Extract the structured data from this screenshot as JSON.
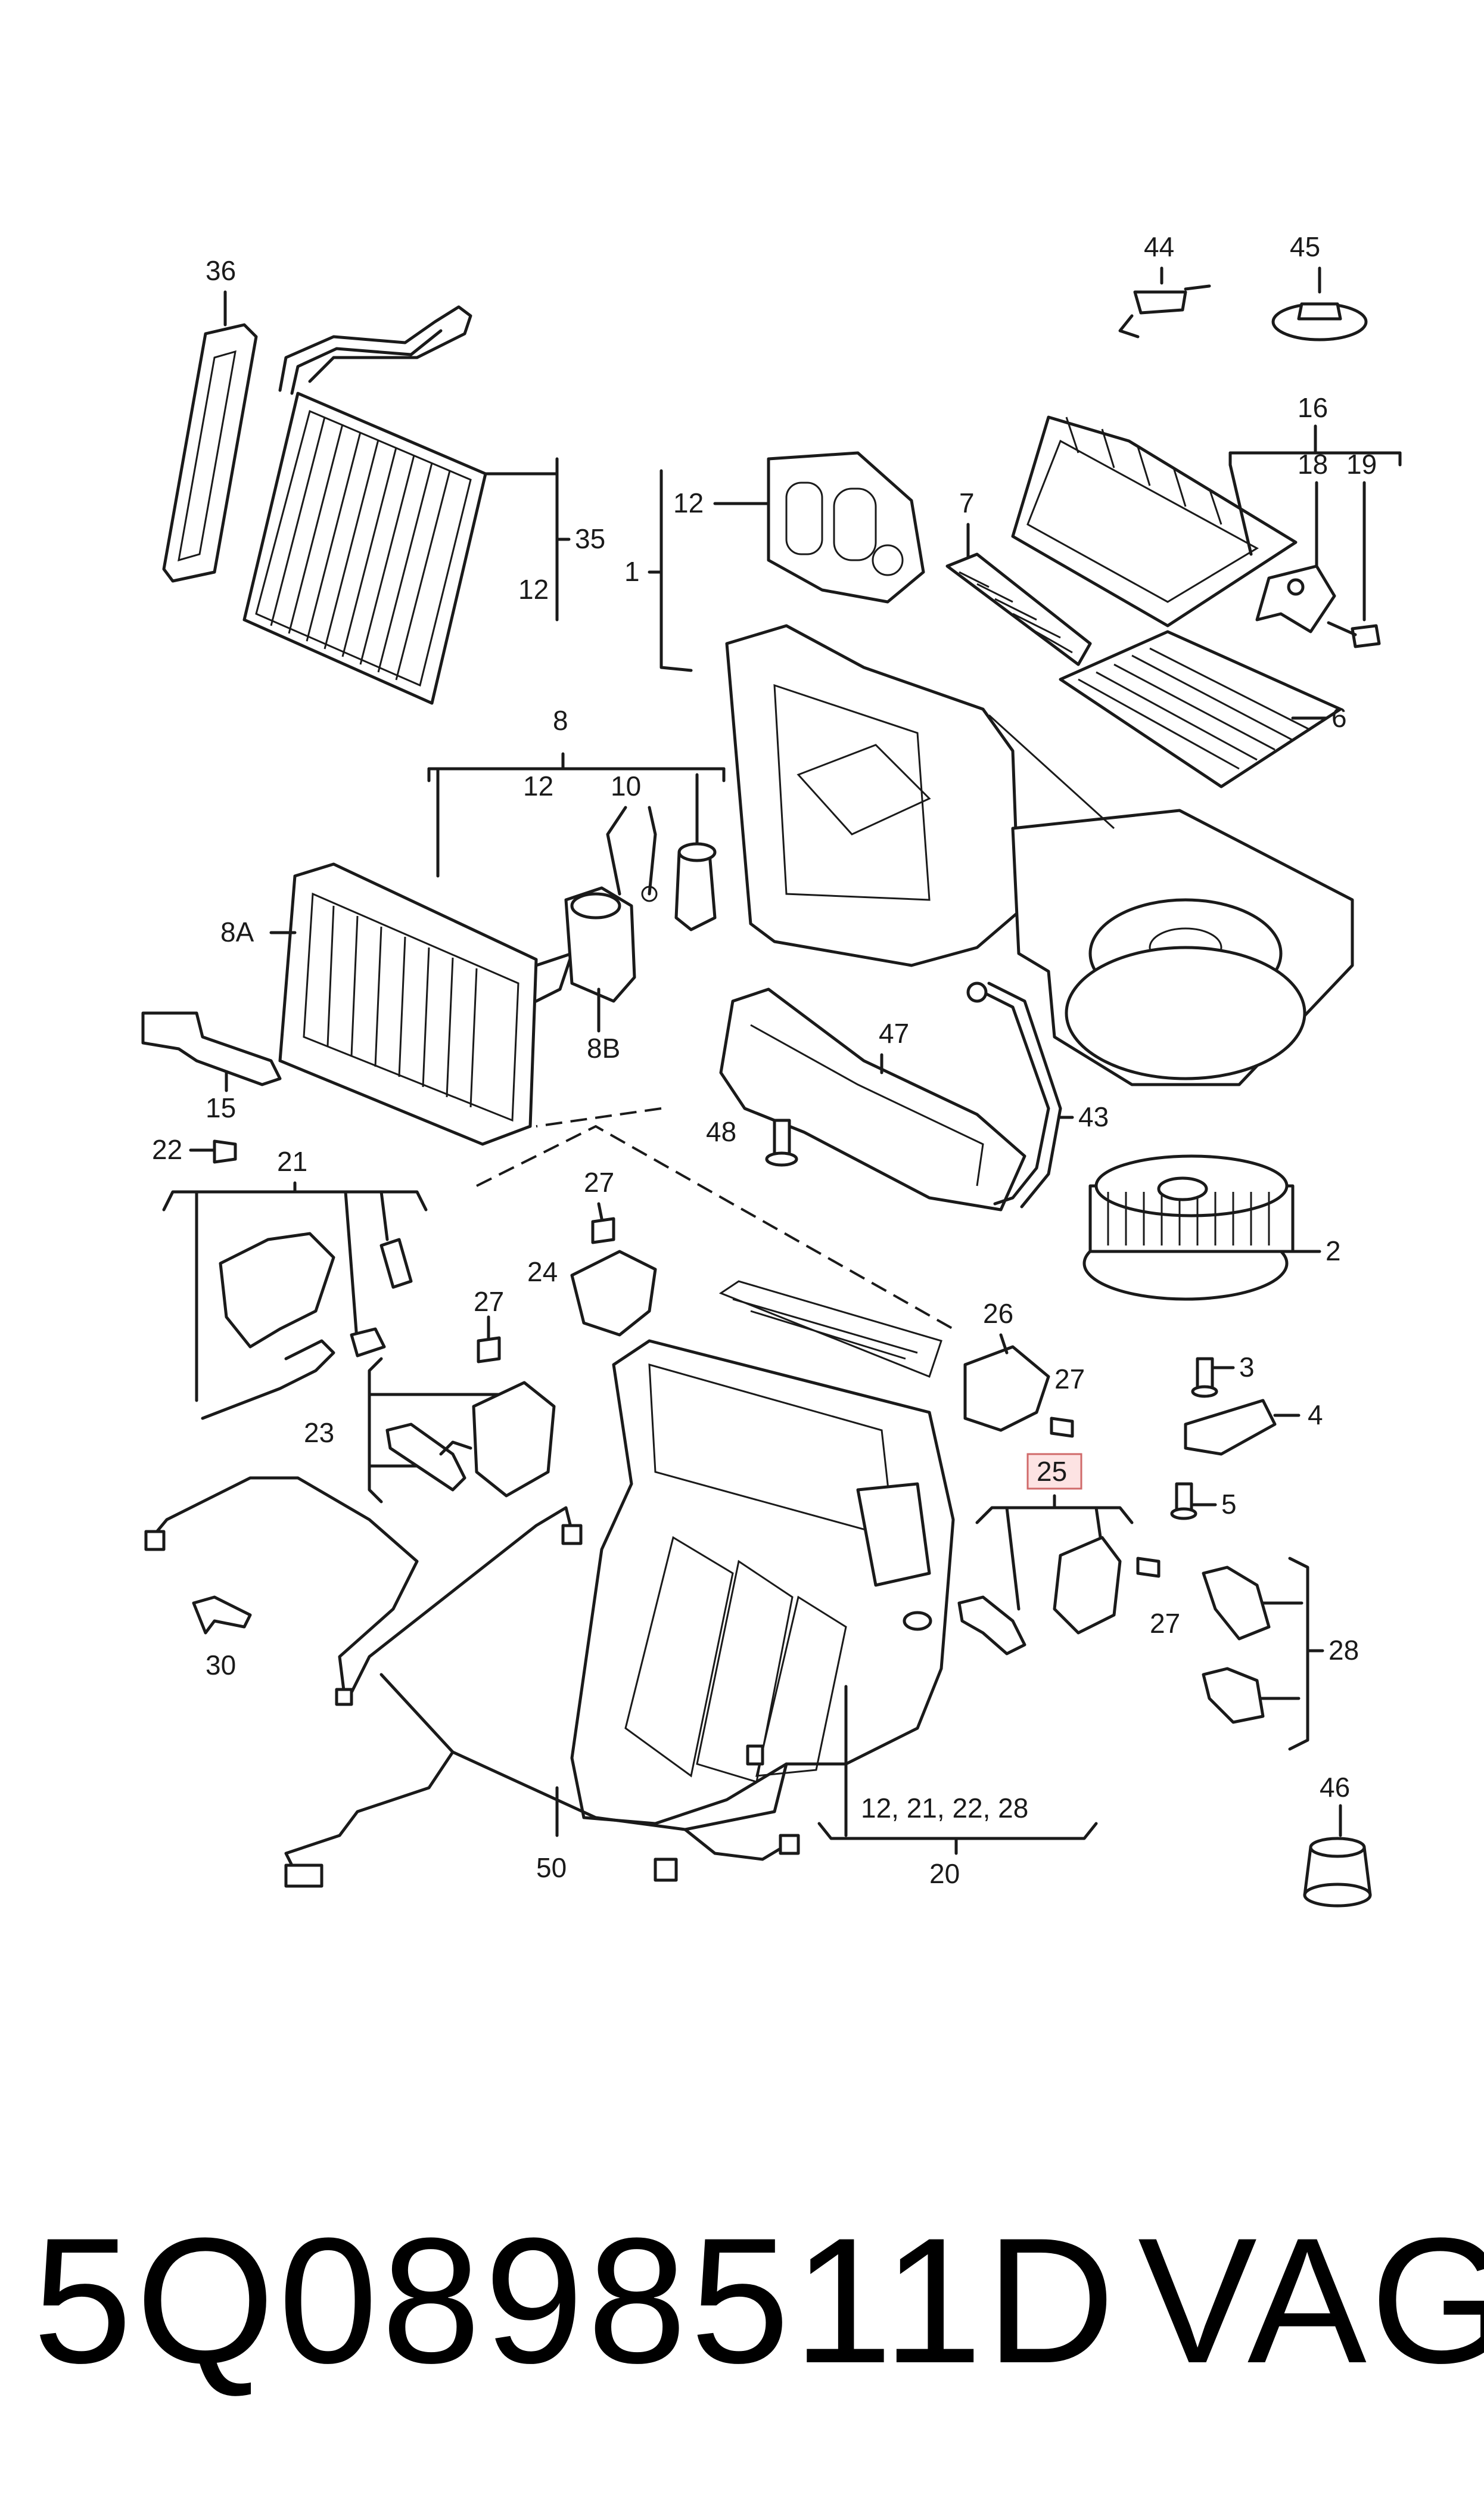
{
  "callouts": {
    "c36": "36",
    "c44": "44",
    "c45": "45",
    "c16": "16",
    "c18": "18",
    "c19": "19",
    "c12a": "12",
    "c7": "7",
    "c1": "1",
    "c35": "35",
    "c12b": "12",
    "c6": "6",
    "c8": "8",
    "c12c": "12",
    "c10": "10",
    "c8A": "8A",
    "c8B": "8B",
    "c15": "15",
    "c47": "47",
    "c43": "43",
    "c48": "48",
    "c22": "22",
    "c21": "21",
    "c27a": "27",
    "c2": "2",
    "c24": "24",
    "c27b": "27",
    "c26": "26",
    "c27c": "27",
    "c3": "3",
    "c4": "4",
    "c23": "23",
    "c25": "25",
    "c5": "5",
    "c27d": "27",
    "c28": "28",
    "c30": "30",
    "c20list": "12, 21, 22, 28",
    "c20": "20",
    "c46": "46",
    "c50": "50"
  },
  "highlight_color": "#fde3e3",
  "footer": {
    "part_number": "5Q0898511D",
    "brand": "VAG"
  }
}
